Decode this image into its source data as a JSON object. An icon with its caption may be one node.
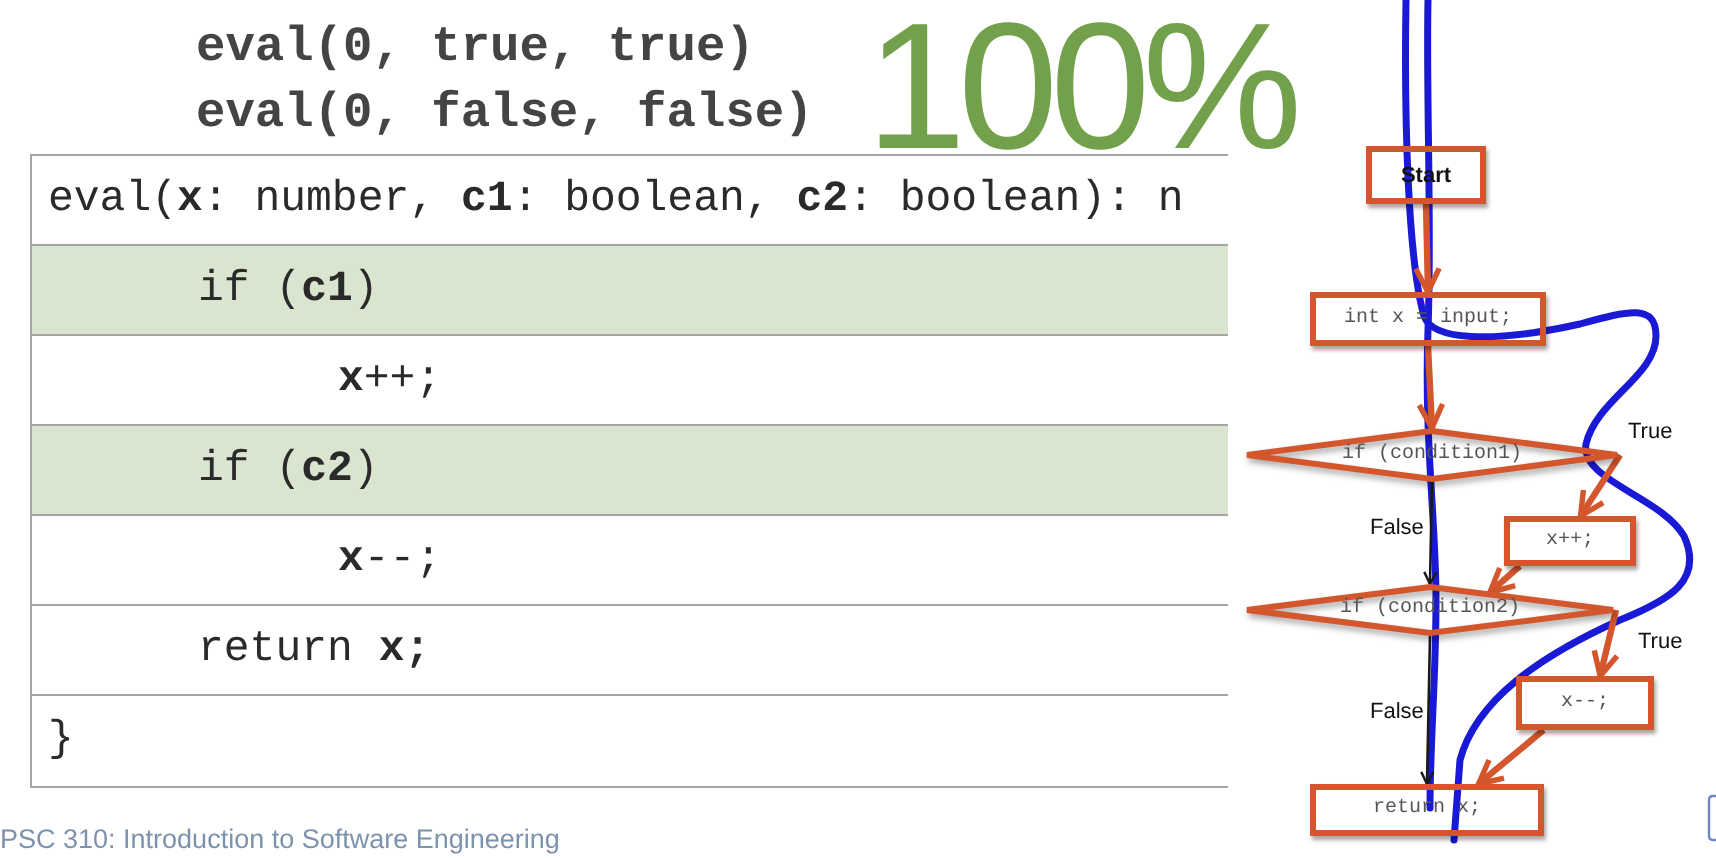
{
  "diagram": {
    "nodes": [
      {
        "text": [
          "Start"
        ]
      },
      {
        "text": [
          "int x = input;"
        ]
      },
      {
        "text": [
          "if (condition1)"
        ]
      },
      {
        "text": [
          "x++;"
        ]
      },
      {
        "text": [
          "if (condition2)"
        ]
      },
      {
        "text": [
          "x--;"
        ]
      },
      {
        "text": [
          "return x;"
        ]
      }
    ],
    "edges": [
      {
        "from": 0,
        "to": 1,
        "arrow": "to"
      },
      {
        "from": 1,
        "to": 2,
        "arrow": "to"
      },
      {
        "from": 2,
        "to": 3,
        "arrow": "to",
        "label": "True"
      },
      {
        "from": 2,
        "to": 4,
        "arrow": "to",
        "label": "False",
        "color": "#1a1a1a"
      },
      {
        "from": 3,
        "to": 4,
        "arrow": "to"
      },
      {
        "from": 4,
        "to": 5,
        "arrow": "to",
        "label": "True"
      },
      {
        "from": 4,
        "to": 6,
        "arrow": "to",
        "label": "False",
        "color": "#1a1a1a"
      },
      {
        "from": 5,
        "to": 6,
        "arrow": "to"
      }
    ],
    "labels": [
      "eval(0, true, true)",
      "eval(0, false, false)",
      "100%",
      "eval(**x**: number, **c1**: boolean, **c2**: boolean): n",
      "if (**c1**)",
      "**x**++;",
      "if (**c2**)",
      "**x**--;",
      "return **x;**",
      "}",
      "PSC 310: Introduction to Software Engineering"
    ]
  }
}
